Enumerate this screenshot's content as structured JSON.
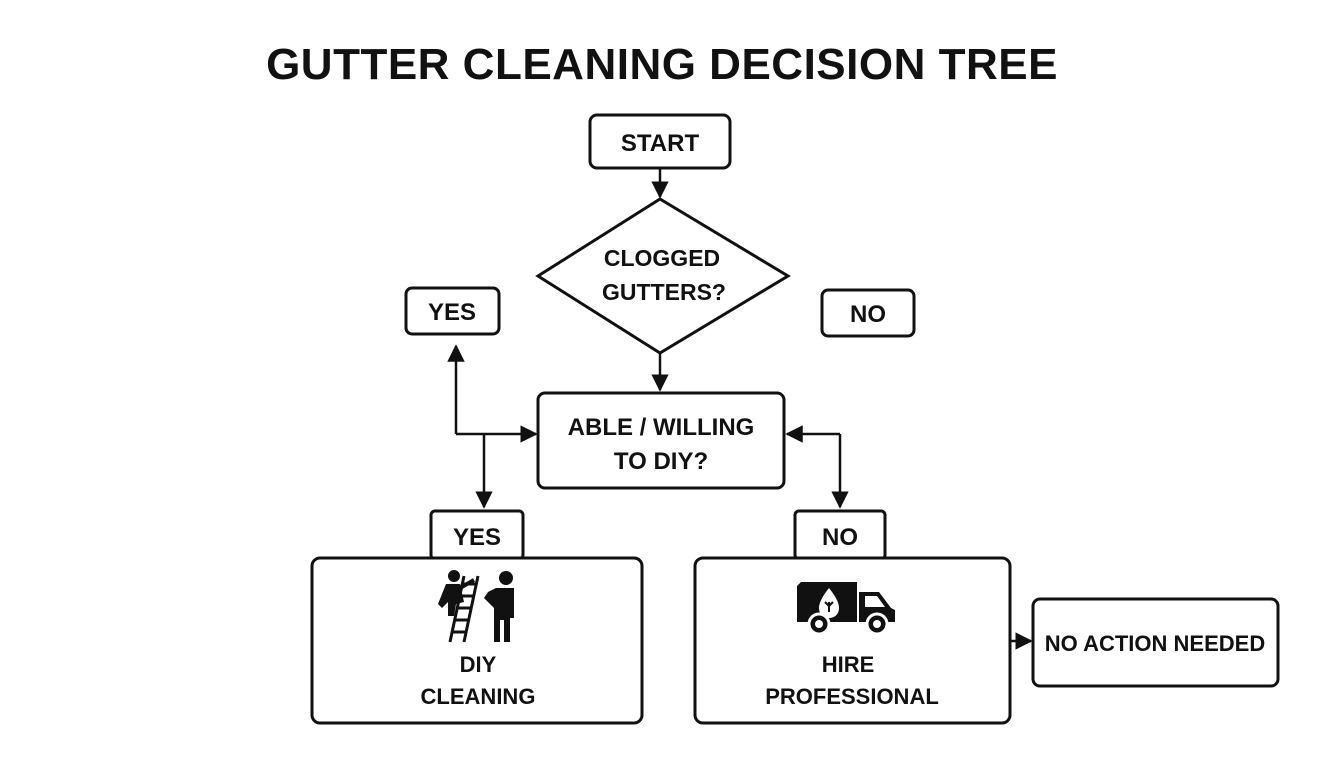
{
  "title": "GUTTER CLEANING DECISION TREE",
  "nodes": {
    "start": "START",
    "clogged_line1": "CLOGGED",
    "clogged_line2": "GUTTERS?",
    "yes_top": "YES",
    "no_top": "NO",
    "able_line1": "ABLE / WILLING",
    "able_line2": "TO DIY?",
    "yes_bottom": "YES",
    "no_bottom": "NO",
    "diy_line1": "DIY",
    "diy_line2": "CLEANING",
    "hire_line1": "HIRE",
    "hire_line2": "PROFESSIONAL",
    "no_action": "NO ACTION NEEDED"
  },
  "icons": {
    "diy": "ladder-people-icon",
    "hire": "service-van-icon"
  },
  "colors": {
    "stroke": "#111111",
    "background": "#ffffff"
  }
}
